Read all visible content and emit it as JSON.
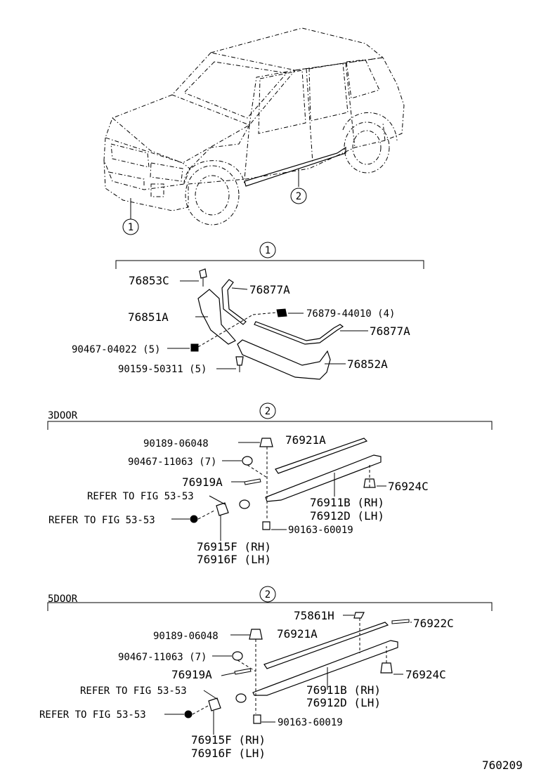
{
  "car": {
    "callouts": {
      "front_bumper": "1",
      "side_skirt": "2"
    }
  },
  "section1": {
    "callout": "1",
    "labels": {
      "p76853C": "76853C",
      "p76877A_top": "76877A",
      "p76851A": "76851A",
      "p76879": "76879-44010 (4)",
      "p76877A_right": "76877A",
      "p90467": "90467-04022 (5)",
      "p90159": "90159-50311 (5)",
      "p76852A": "76852A"
    }
  },
  "section2": {
    "title": "3DOOR",
    "callout": "2",
    "labels": {
      "p90189": "90189-06048",
      "p76921A": "76921A",
      "p90467": "90467-11063 (7)",
      "p76919A": "76919A",
      "p76924C": "76924C",
      "ref1": "REFER TO FIG 53-53",
      "p76911B": "76911B (RH)",
      "p76912D": "76912D (LH)",
      "ref2": "REFER TO FIG 53-53",
      "p90163": "90163-60019",
      "p76915F": "76915F (RH)",
      "p76916F": "76916F (LH)"
    }
  },
  "section3": {
    "title": "5DOOR",
    "callout": "2",
    "labels": {
      "p75861H": "75861H",
      "p76922C": "76922C",
      "p90189": "90189-06048",
      "p76921A": "76921A",
      "p90467": "90467-11063 (7)",
      "p76924C": "76924C",
      "p76919A": "76919A",
      "ref1": "REFER TO FIG 53-53",
      "p76911B": "76911B (RH)",
      "p76912D": "76912D (LH)",
      "ref2": "REFER TO FIG 53-53",
      "p90163": "90163-60019",
      "p76915F": "76915F (RH)",
      "p76916F": "76916F (LH)"
    }
  },
  "figure_number": "760209"
}
